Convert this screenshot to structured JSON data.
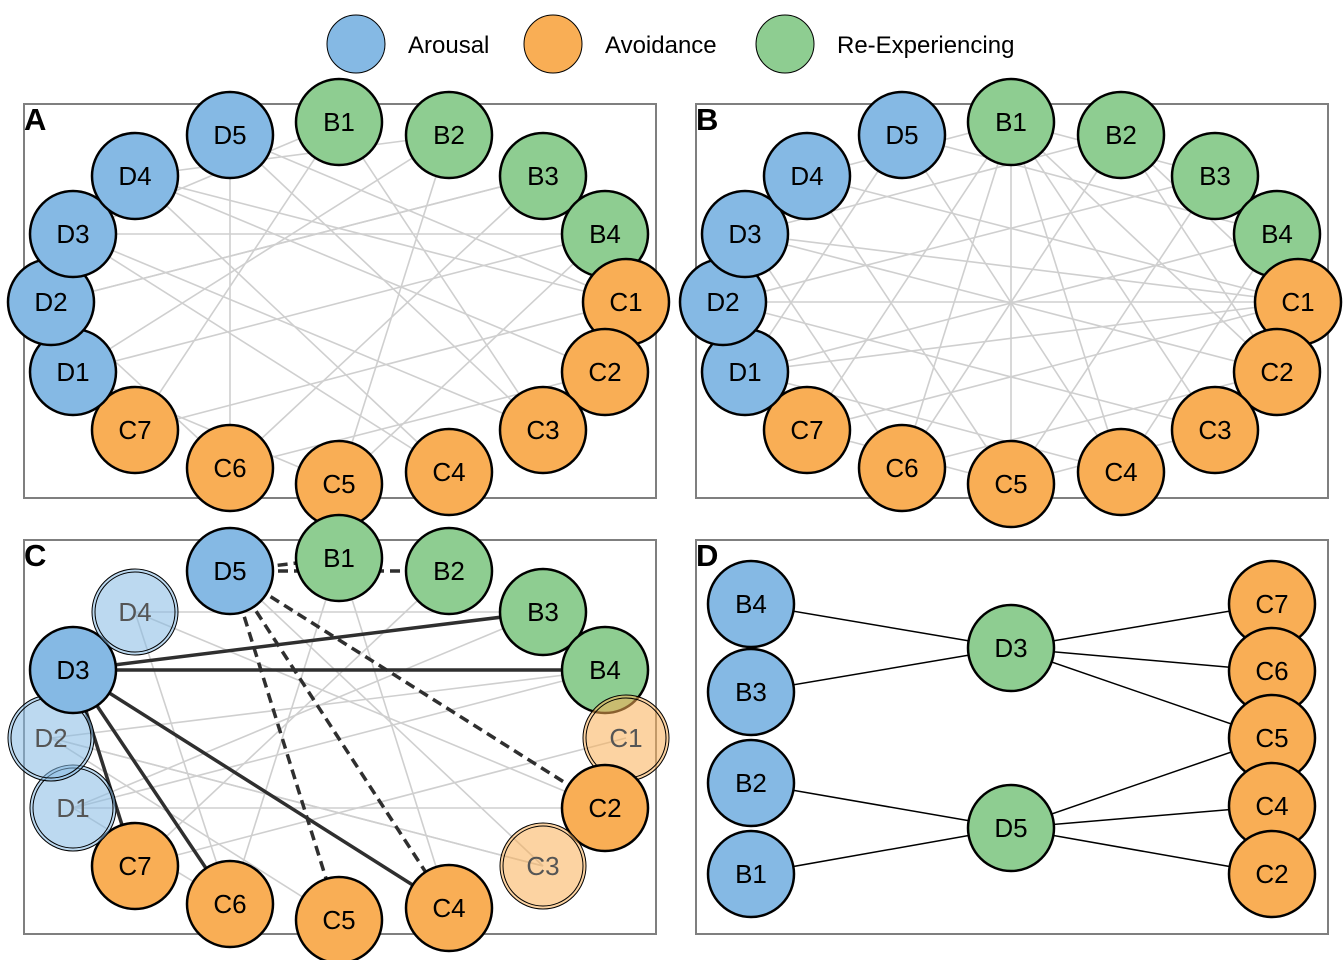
{
  "colors": {
    "arousal": "#85B9E4",
    "avoidance": "#F9AE55",
    "reexperiencing": "#8ECD91",
    "edge_light": "#cfcfcf",
    "edge_dark": "#2f2f2f",
    "panel_border": "#7f7f7f"
  },
  "legend": [
    {
      "label": "Arousal",
      "color_key": "arousal"
    },
    {
      "label": "Avoidance",
      "color_key": "avoidance"
    },
    {
      "label": "Re-Experiencing",
      "color_key": "reexperiencing"
    }
  ],
  "panels": {
    "A": {
      "letter": "A"
    },
    "B": {
      "letter": "B"
    },
    "C": {
      "letter": "C"
    },
    "D": {
      "letter": "D"
    }
  },
  "ring_nodes": [
    {
      "id": "D5",
      "label": "D5",
      "group": "arousal"
    },
    {
      "id": "B1",
      "label": "B1",
      "group": "reexperiencing"
    },
    {
      "id": "B2",
      "label": "B2",
      "group": "reexperiencing"
    },
    {
      "id": "B3",
      "label": "B3",
      "group": "reexperiencing"
    },
    {
      "id": "B4",
      "label": "B4",
      "group": "reexperiencing"
    },
    {
      "id": "C1",
      "label": "C1",
      "group": "avoidance"
    },
    {
      "id": "C2",
      "label": "C2",
      "group": "avoidance"
    },
    {
      "id": "C3",
      "label": "C3",
      "group": "avoidance"
    },
    {
      "id": "C4",
      "label": "C4",
      "group": "avoidance"
    },
    {
      "id": "C5",
      "label": "C5",
      "group": "avoidance"
    },
    {
      "id": "C6",
      "label": "C6",
      "group": "avoidance"
    },
    {
      "id": "C7",
      "label": "C7",
      "group": "avoidance"
    },
    {
      "id": "D1",
      "label": "D1",
      "group": "arousal"
    },
    {
      "id": "D2",
      "label": "D2",
      "group": "arousal"
    },
    {
      "id": "D3",
      "label": "D3",
      "group": "arousal"
    },
    {
      "id": "D4",
      "label": "D4",
      "group": "arousal"
    }
  ],
  "panel_c_faded_nodes": [
    "D4",
    "D2",
    "D1",
    "C1",
    "C3"
  ],
  "panel_c_strong_edges": [
    {
      "from": "D3",
      "to": "B3",
      "style": "solid"
    },
    {
      "from": "D3",
      "to": "B4",
      "style": "solid"
    },
    {
      "from": "D3",
      "to": "C7",
      "style": "solid"
    },
    {
      "from": "D3",
      "to": "C6",
      "style": "solid"
    },
    {
      "from": "D3",
      "to": "C4",
      "style": "solid"
    },
    {
      "from": "D5",
      "to": "B1",
      "style": "dashed"
    },
    {
      "from": "D5",
      "to": "B2",
      "style": "dashed"
    },
    {
      "from": "D5",
      "to": "C5",
      "style": "dashed"
    },
    {
      "from": "D5",
      "to": "C4",
      "style": "dashed"
    },
    {
      "from": "D5",
      "to": "C2",
      "style": "dashed"
    }
  ],
  "panel_d": {
    "left_nodes": [
      {
        "label": "B4",
        "group": "arousal"
      },
      {
        "label": "B3",
        "group": "arousal"
      },
      {
        "label": "B2",
        "group": "arousal"
      },
      {
        "label": "B1",
        "group": "arousal"
      }
    ],
    "middle_nodes": [
      {
        "label": "D3",
        "group": "reexperiencing"
      },
      {
        "label": "D5",
        "group": "reexperiencing"
      }
    ],
    "right_nodes": [
      {
        "label": "C7",
        "group": "avoidance"
      },
      {
        "label": "C6",
        "group": "avoidance"
      },
      {
        "label": "C5",
        "group": "avoidance"
      },
      {
        "label": "C4",
        "group": "avoidance"
      },
      {
        "label": "C2",
        "group": "avoidance"
      }
    ],
    "edges": [
      [
        "B4",
        "D3"
      ],
      [
        "B3",
        "D3"
      ],
      [
        "B2",
        "D5"
      ],
      [
        "B1",
        "D5"
      ],
      [
        "D3",
        "C7"
      ],
      [
        "D3",
        "C6"
      ],
      [
        "D3",
        "C5"
      ],
      [
        "D5",
        "C5"
      ],
      [
        "D5",
        "C4"
      ],
      [
        "D5",
        "C2"
      ]
    ]
  }
}
